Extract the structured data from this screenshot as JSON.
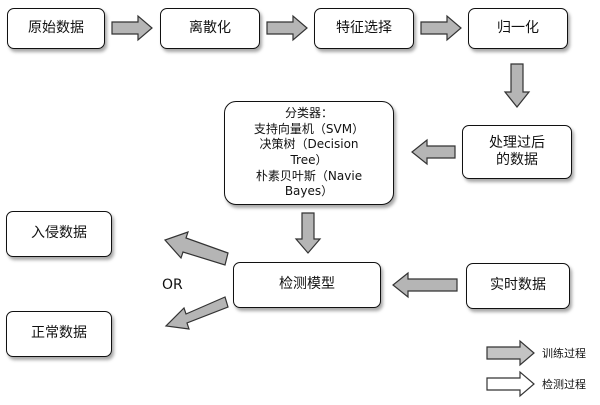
{
  "nodes": {
    "raw_data": "原始数据",
    "discretize": "离散化",
    "feature_select": "特征选择",
    "normalize": "归一化",
    "processed_line1": "处理过后",
    "processed_line2": "的数据",
    "classifier_title": "分类器：",
    "classifier_svm": "支持向量机（SVM）",
    "classifier_dt_line1": "决策树（Decision",
    "classifier_dt_line2": "Tree）",
    "classifier_nb_line1": "朴素贝叶斯（Navie",
    "classifier_nb_line2": "Bayes）",
    "detection_model": "检测模型",
    "realtime_data": "实时数据",
    "intrusion_data": "入侵数据",
    "normal_data": "正常数据"
  },
  "or_label": "OR",
  "legend": {
    "training": "训练过程",
    "detection": "检测过程"
  },
  "colors": {
    "train_arrow": "#b5b5b5",
    "detect_arrow": "#ffffff"
  }
}
